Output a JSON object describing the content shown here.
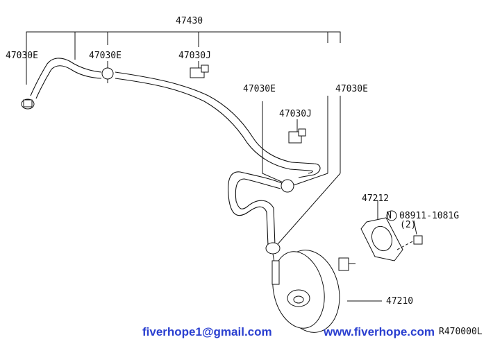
{
  "diagram": {
    "parts": {
      "hose_assembly": "47430",
      "clamp_left": "47030E",
      "clamp_mid": "47030E",
      "clip_top": "47030J",
      "clamp_center": "47030E",
      "clamp_right": "47030E",
      "clip_center": "47030J",
      "gasket": "47212",
      "nut_symbol": "N",
      "nut_part": "08911-1081G",
      "nut_qty": "(2)",
      "booster": "47210",
      "ref_code": "R470000L"
    },
    "watermarks": {
      "email": "fiverhope1@gmail.com",
      "website": "www.fiverhope.com"
    }
  }
}
